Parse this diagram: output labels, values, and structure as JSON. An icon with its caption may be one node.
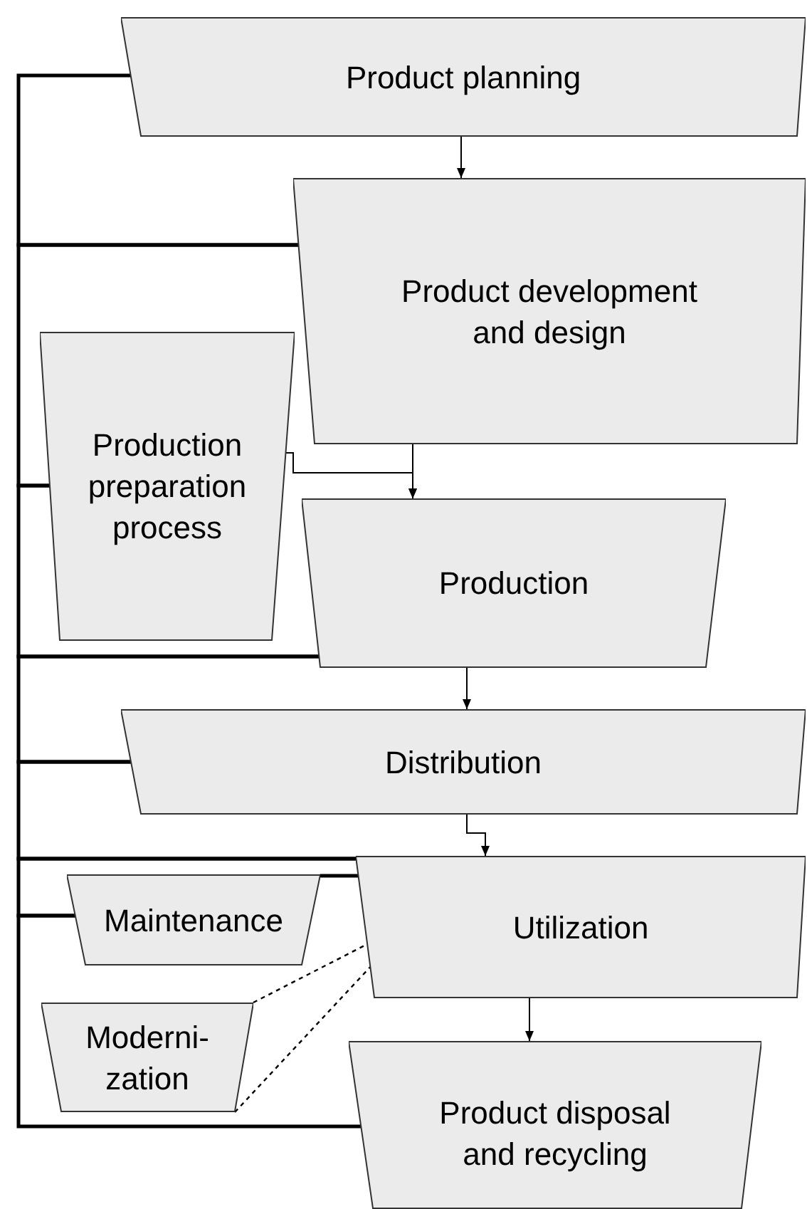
{
  "diagram": {
    "nodes": [
      {
        "text": [
          "Product planning"
        ]
      },
      {
        "text": [
          "Product development and design"
        ]
      },
      {
        "text": [
          "Production preparation process"
        ]
      },
      {
        "text": [
          "Production"
        ]
      },
      {
        "text": [
          "Distribution"
        ]
      },
      {
        "text": [
          "Utilization"
        ]
      },
      {
        "text": [
          "Maintenance"
        ]
      },
      {
        "text": [
          "Moderni-zation"
        ]
      },
      {
        "text": [
          "Product disposal and recycling"
        ]
      }
    ],
    "edges": [
      {
        "from": 0,
        "to": 1,
        "arrow": "to"
      },
      {
        "from": 1,
        "to": 3,
        "arrow": "to"
      },
      {
        "from": 2,
        "to": 3,
        "arrow": "to"
      },
      {
        "from": 3,
        "to": 4,
        "arrow": "to"
      },
      {
        "from": 4,
        "to": 5,
        "arrow": "to"
      },
      {
        "from": 5,
        "to": 8,
        "arrow": "to"
      },
      {
        "from": 6,
        "to": 5,
        "arrow": "none"
      },
      {
        "from": 7,
        "to": 5,
        "arrow": "none",
        "style": "dashed"
      },
      {
        "from": 7,
        "to": 5,
        "arrow": "none",
        "style": "dashed"
      },
      {
        "from": 0,
        "to": 1,
        "arrow": "none"
      },
      {
        "from": 1,
        "to": 2,
        "arrow": "none"
      },
      {
        "from": 2,
        "to": 3,
        "arrow": "none"
      },
      {
        "from": 3,
        "to": 4,
        "arrow": "none"
      },
      {
        "from": 4,
        "to": 5,
        "arrow": "none"
      },
      {
        "from": 5,
        "to": 6,
        "arrow": "none"
      },
      {
        "from": 6,
        "to": 8,
        "arrow": "none"
      }
    ]
  }
}
